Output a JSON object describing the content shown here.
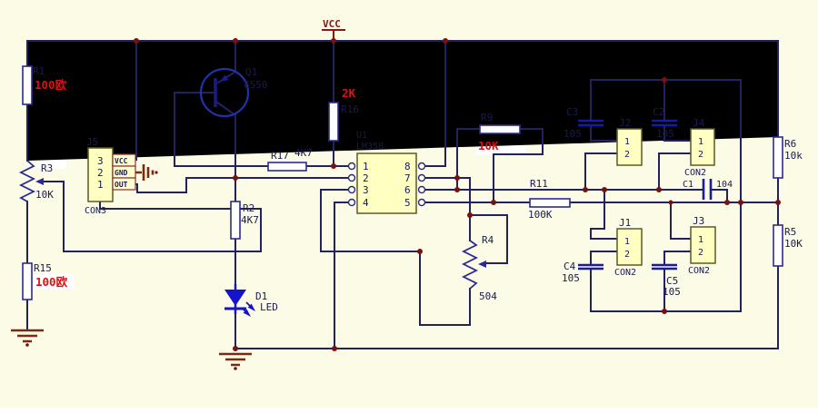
{
  "d": {
    "type": "circuit-schematic",
    "colors": {
      "background": "#fbfbe6",
      "wire": "#22225e",
      "label": "#1a1a50",
      "value_red": "#dd0f0f",
      "component_fill": "#ffffc2",
      "junction_dot": "#7a1010",
      "ground": "#7a2a12",
      "vcc": "#8b1515",
      "led": "#1414cc"
    },
    "labels": {
      "r1_ref": "R1",
      "r1_val": "100欧",
      "r3_ref": "R3",
      "r3_val": "10K",
      "r15_ref": "R15",
      "r15_val": "100欧",
      "r2_ref": "R2",
      "r2_val": "4K7",
      "r17_ref": "R17",
      "r17_val": "4K7",
      "r16_ref": "R16",
      "r16_val": "2K",
      "r9_ref": "R9",
      "r9_val": "10K",
      "r11_ref": "R11",
      "r11_val": "100K",
      "r4_ref": "R4",
      "r4_val": "504",
      "r5_ref": "R5",
      "r5_val": "10K",
      "r6_ref": "R6",
      "r6_val": "10k",
      "q1_ref": "Q1",
      "q1_val": "8550",
      "d1_ref": "D1",
      "d1_val": "LED",
      "u1_ref": "U1",
      "u1_val": "LM358",
      "c1_ref": "C1",
      "c1_val": "104",
      "c2_ref": "C2",
      "c2_val": "105",
      "c3_ref": "C3",
      "c3_val": "105",
      "c4_ref": "C4",
      "c4_val": "105",
      "c5_ref": "C5",
      "c5_val": "105",
      "j1_ref": "J1",
      "j2_ref": "J2",
      "j3_ref": "J3",
      "j4_ref": "J4",
      "j5_ref": "J5",
      "con2": "CON2",
      "con3": "CON3",
      "vcc": "VCC",
      "gnd": "GND",
      "out": "OUT"
    },
    "pins": {
      "ic_left": [
        "1",
        "2",
        "3",
        "4"
      ],
      "ic_right": [
        "8",
        "7",
        "6",
        "5"
      ],
      "j5": [
        "3",
        "2",
        "1"
      ],
      "con2": [
        "1",
        "2"
      ]
    }
  }
}
